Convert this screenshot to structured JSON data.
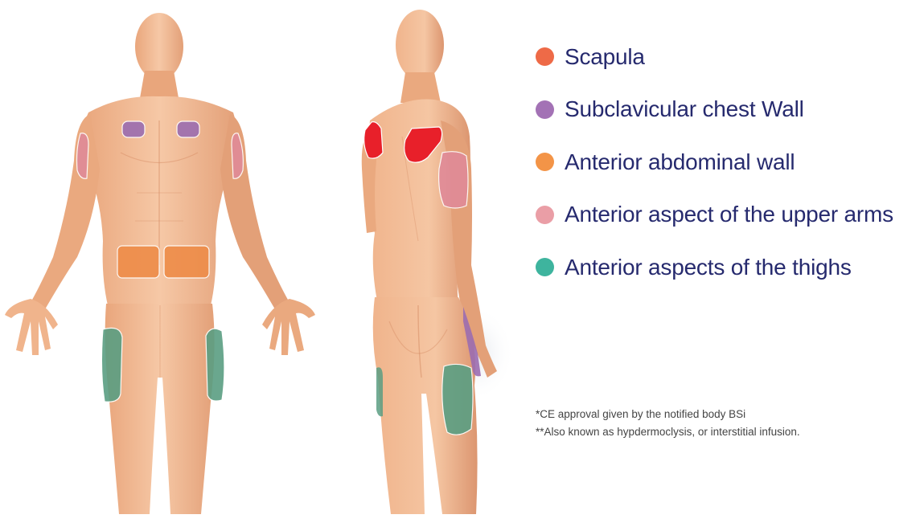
{
  "legend": {
    "items": [
      {
        "label": "Scapula",
        "color": "#ee6a47"
      },
      {
        "label": "Subclavicular chest Wall",
        "color": "#a372b5"
      },
      {
        "label": "Anterior abdominal wall",
        "color": "#f39447"
      },
      {
        "label": "Anterior aspect of the upper arms",
        "color": "#ea9ea6"
      },
      {
        "label": "Anterior aspects of the thighs",
        "color": "#3eb49e"
      }
    ]
  },
  "footnotes": {
    "line1": "*CE approval given by the notified body BSi",
    "line2": "**Also known as hypdermoclysis, or interstitial infusion."
  },
  "colors": {
    "skin_light": "#f4c3a0",
    "skin_mid": "#e9a67c",
    "skin_dark": "#d48a62",
    "zone_scapula": "#e8202a",
    "zone_chest": "#9b6db0",
    "zone_abdomen": "#ee8c48",
    "zone_arm": "#e08a98",
    "zone_thigh": "#5a9e82"
  }
}
